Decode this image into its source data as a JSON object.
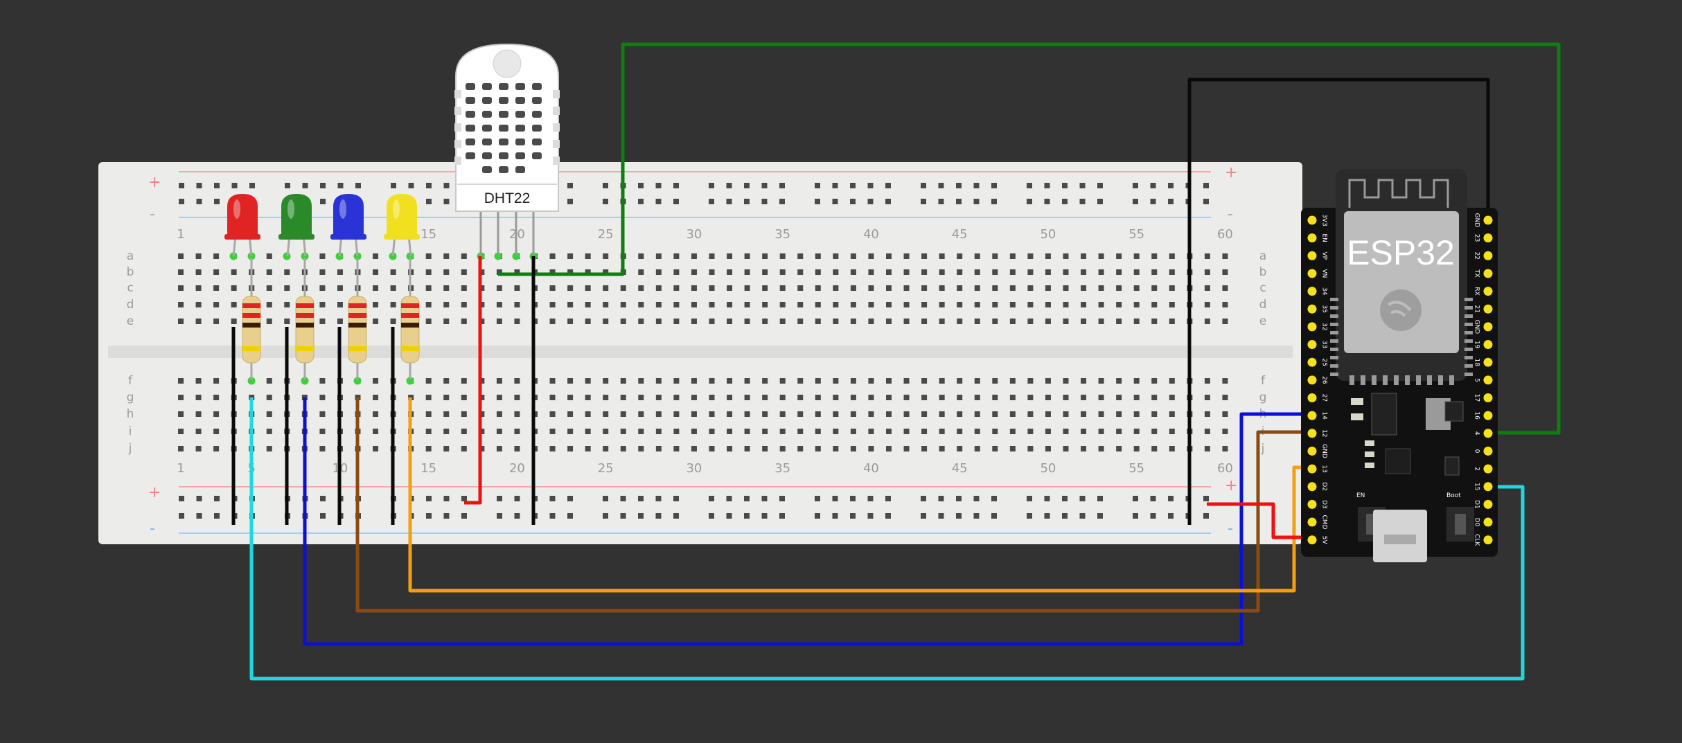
{
  "breadboard": {
    "col_numbers": [
      "1",
      "5",
      "10",
      "15",
      "20",
      "25",
      "30",
      "35",
      "40",
      "45",
      "50",
      "55",
      "60"
    ],
    "rows_top": [
      "a",
      "b",
      "c",
      "d",
      "e"
    ],
    "rows_bottom": [
      "f",
      "g",
      "h",
      "i",
      "j"
    ],
    "rail_plus": "+",
    "rail_minus": "-"
  },
  "components": {
    "sensor": {
      "label": "DHT22"
    },
    "mcu": {
      "label": "ESP32",
      "left_pins": [
        "3V3",
        "EN",
        "VP",
        "VN",
        "34",
        "35",
        "32",
        "33",
        "25",
        "26",
        "27",
        "14",
        "12",
        "GND",
        "13",
        "D2",
        "D3",
        "CMD",
        "5V"
      ],
      "right_pins": [
        "GND",
        "23",
        "22",
        "TX",
        "RX",
        "21",
        "GND",
        "19",
        "18",
        "5",
        "17",
        "16",
        "4",
        "0",
        "2",
        "15",
        "D1",
        "D0",
        "CLK"
      ],
      "boot_label": "Boot",
      "en_label": "EN"
    },
    "leds": [
      {
        "color": "red",
        "hex": "#e02424"
      },
      {
        "color": "green",
        "hex": "#2a8a2a"
      },
      {
        "color": "blue",
        "hex": "#2a34d6"
      },
      {
        "color": "yellow",
        "hex": "#f0e020"
      }
    ]
  },
  "wire_colors": {
    "green": "#0f7d0f",
    "black": "#0a0a0a",
    "red": "#f01010",
    "cyan": "#1ed8e0",
    "blue": "#0c10d4",
    "brown": "#8a4a14",
    "orange": "#f2a010"
  }
}
